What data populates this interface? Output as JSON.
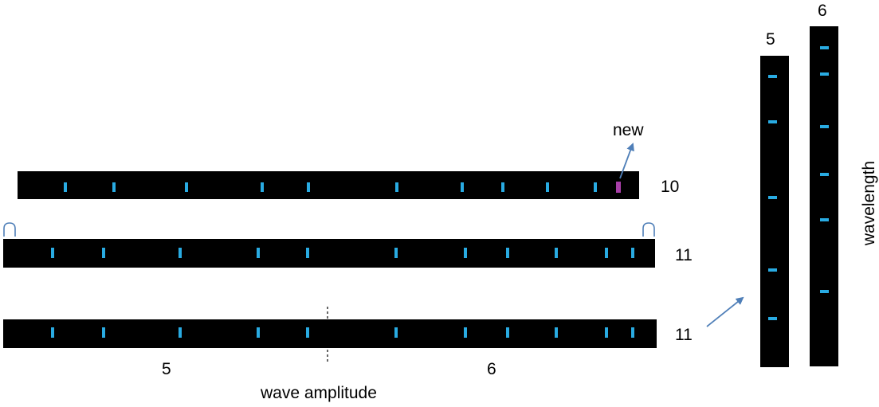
{
  "colors": {
    "strip": "#000000",
    "band": "#29abe2",
    "new_band": "#a83fa8",
    "arrow": "#4f7fb8",
    "bracket": "#4f7fb8"
  },
  "labels": {
    "new": "new",
    "x_axis": "wave amplitude",
    "y_axis": "wavelength",
    "split_left": "5",
    "split_right": "6"
  },
  "strips": [
    {
      "id": "row-1",
      "count_label": "10",
      "band_count": 11,
      "has_new_band": true
    },
    {
      "id": "row-2",
      "count_label": "11",
      "band_count": 11,
      "has_new_band": false
    },
    {
      "id": "row-3",
      "count_label": "11",
      "band_count": 11,
      "has_new_band": false,
      "split_marker": true
    }
  ],
  "columns": [
    {
      "id": "col-5",
      "count_label": "5",
      "band_count": 5
    },
    {
      "id": "col-6",
      "count_label": "6",
      "band_count": 6
    }
  ]
}
